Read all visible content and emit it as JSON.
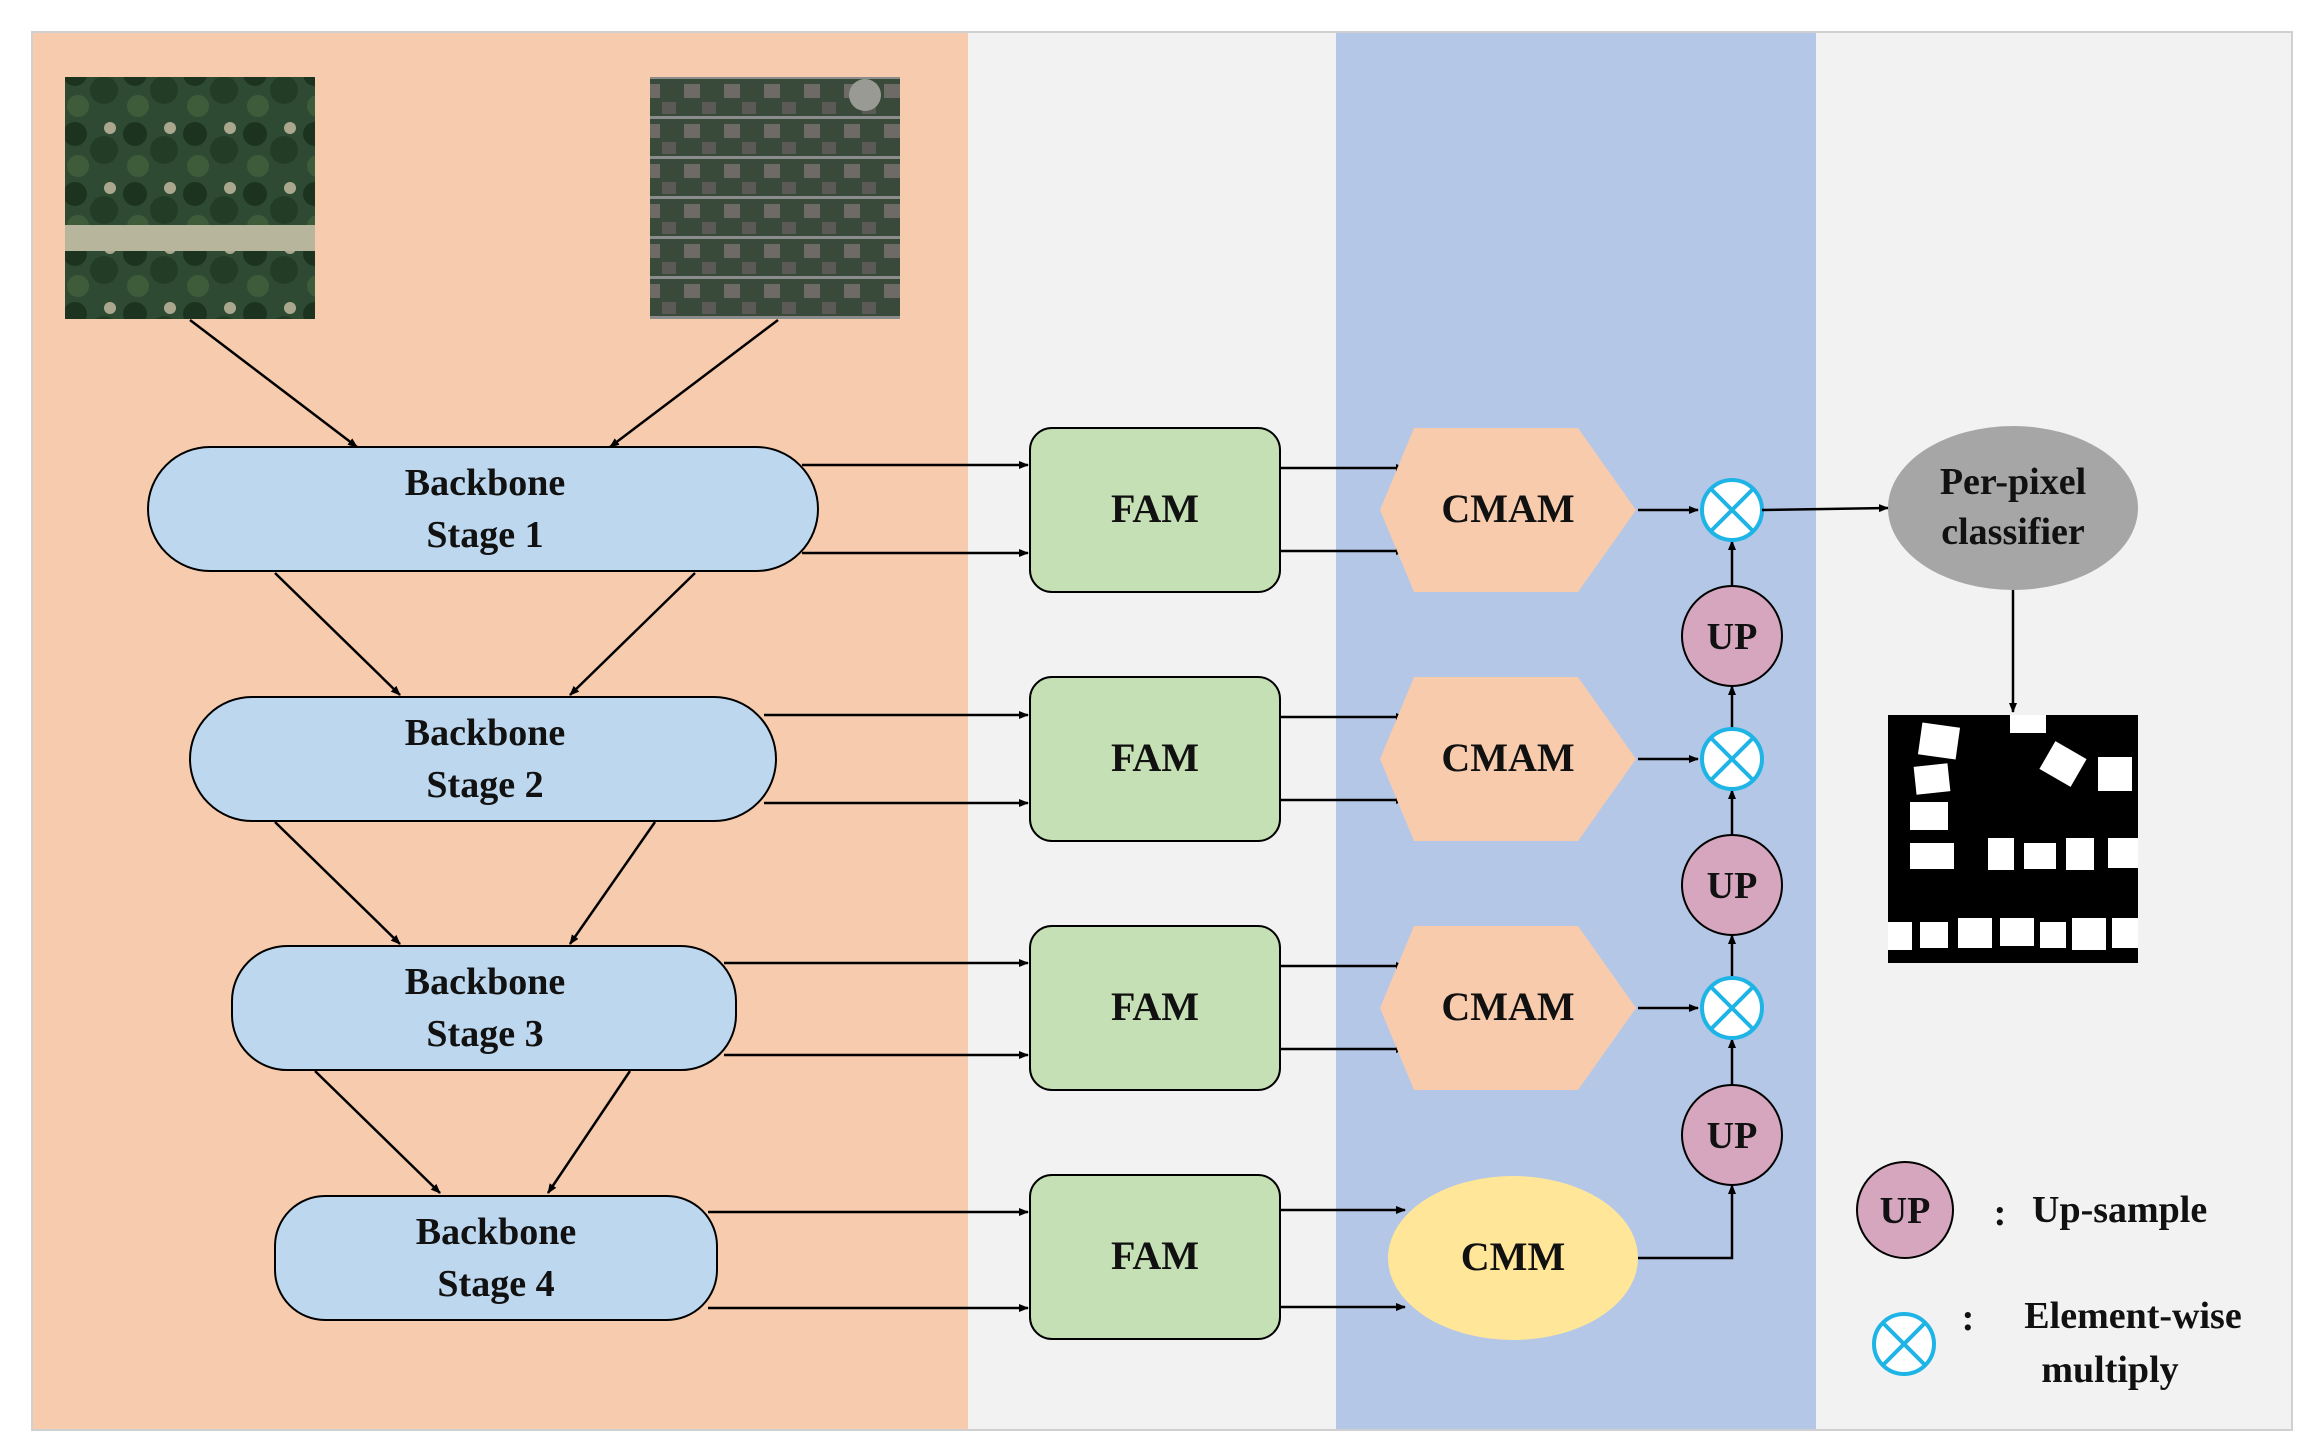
{
  "colors": {
    "panel_backbone": "#f7cbad",
    "panel_fam": "#f2f2f2",
    "panel_cmam": "#b4c7e7",
    "panel_output": "#f2f2f2",
    "backbone_fill": "#bdd7ee",
    "fam_fill": "#c5e0b4",
    "cmam_fill": "#f8cbad",
    "cmm_fill": "#ffe699",
    "up_fill": "#d5a6bd",
    "multiply_stroke": "#1fb4e6",
    "classifier_fill": "#a6a6a6"
  },
  "inputs": [
    {
      "name": "input-image-1",
      "icon": "aerial-image-forest"
    },
    {
      "name": "input-image-2",
      "icon": "aerial-image-houses"
    }
  ],
  "backbone": [
    {
      "line1": "Backbone",
      "line2": "Stage 1"
    },
    {
      "line1": "Backbone",
      "line2": "Stage 2"
    },
    {
      "line1": "Backbone",
      "line2": "Stage 3"
    },
    {
      "line1": "Backbone",
      "line2": "Stage 4"
    }
  ],
  "fam": [
    "FAM",
    "FAM",
    "FAM",
    "FAM"
  ],
  "cmam": [
    "CMAM",
    "CMAM",
    "CMAM"
  ],
  "cmm": "CMM",
  "up": [
    "UP",
    "UP",
    "UP"
  ],
  "classifier": {
    "line1": "Per-pixel",
    "line2": "classifier"
  },
  "output": {
    "icon": "segmentation-mask"
  },
  "legend": {
    "up_symbol": "UP",
    "up_sep": ":",
    "up_text": "Up-sample",
    "mul_sep": ":",
    "mul_line1": "Element-wise",
    "mul_line2": "multiply"
  }
}
